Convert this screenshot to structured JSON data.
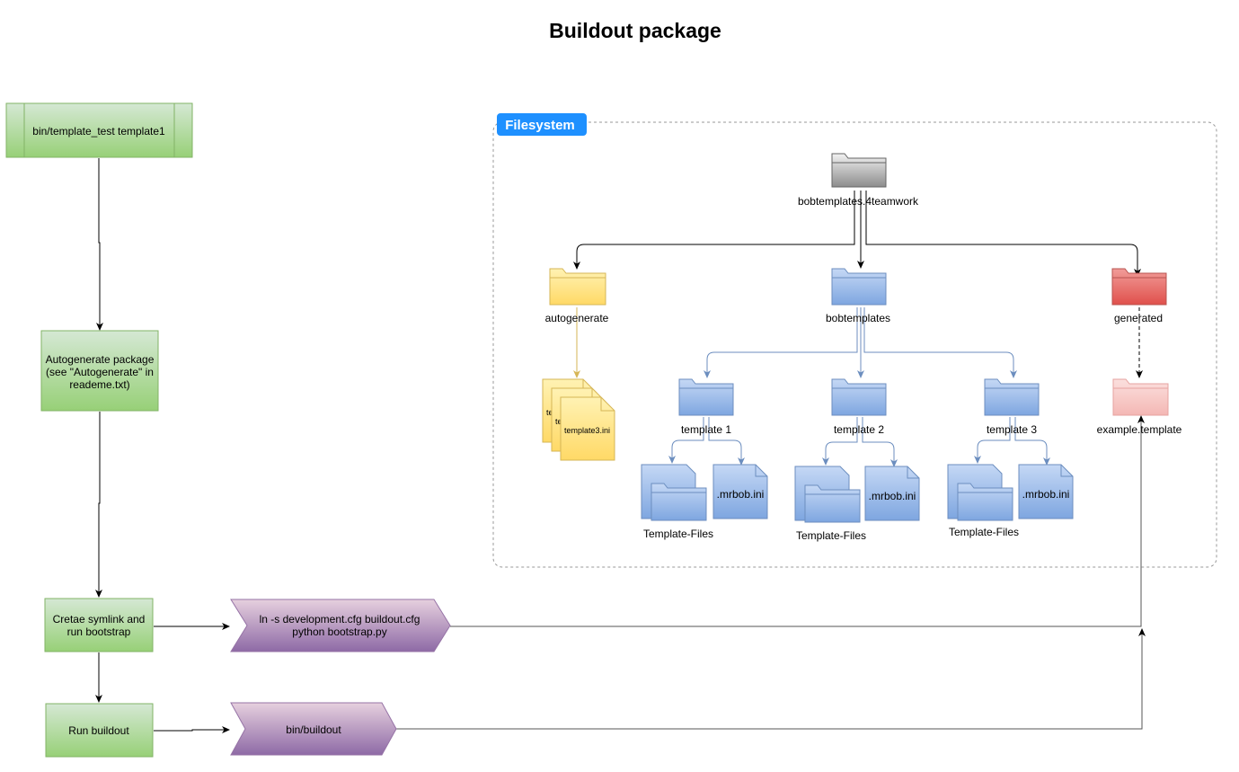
{
  "title": "Buildout package",
  "flow": {
    "step1": "bin/template_test template1",
    "step2_lines": [
      "Autogenerate package",
      "(see \"Autogenerate\" in",
      "reademe.txt)"
    ],
    "step3_lines": [
      "Cretae symlink and",
      "run bootstrap"
    ],
    "step4": "Run buildout",
    "cmd1_lines": [
      "ln -s development.cfg buildout.cfg",
      "python bootstrap.py"
    ],
    "cmd2": "bin/buildout"
  },
  "filesystem": {
    "label": "Filesystem",
    "root": "bobtemplates.4teamwork",
    "autogenerate": "autogenerate",
    "ini_stack": [
      "te",
      "te",
      "template3.ini"
    ],
    "bobtemplates": "bobtemplates",
    "generated": "generated",
    "example": "example.template",
    "templates": [
      {
        "name": "template 1",
        "files": "Template-Files",
        "ini": ".mrbob.ini"
      },
      {
        "name": "template 2",
        "files": "Template-Files",
        "ini": ".mrbob.ini"
      },
      {
        "name": "template 3",
        "files": "Template-Files",
        "ini": ".mrbob.ini"
      }
    ]
  },
  "colors": {
    "green_fill": "#a8db8f",
    "green_stroke": "#82b366",
    "purple_fill": "#a585b5",
    "purple_stroke": "#9673a6",
    "blue_fill": "#9dbce9",
    "blue_stroke": "#6c8ebf",
    "yellow_fill": "#ffe48a",
    "yellow_stroke": "#d6b656",
    "red_fill": "#ea6b66",
    "red_stroke": "#b85450",
    "pink_fill": "#f8cecc",
    "grey_fill": "#bdbdbd",
    "fs_badge": "#1e90ff"
  }
}
